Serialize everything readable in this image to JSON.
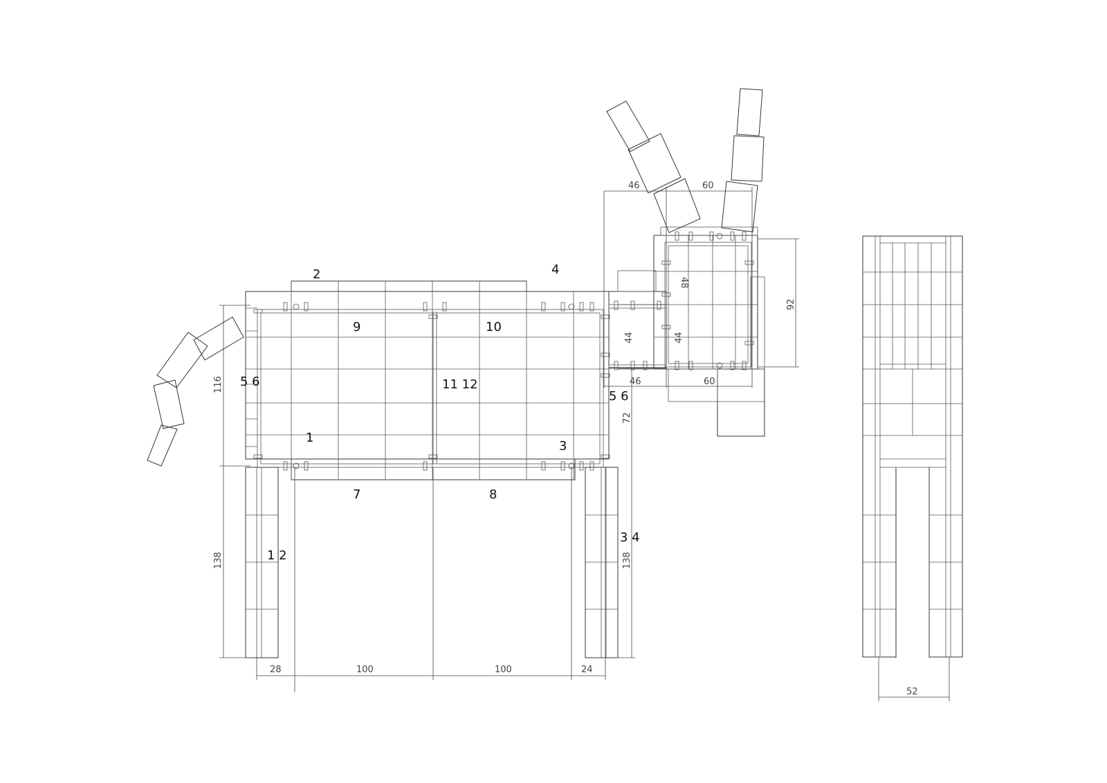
{
  "part_labels": {
    "top_2": "2",
    "top_4": "4",
    "body_9": "9",
    "body_10": "10",
    "body_1": "1",
    "body_3": "3",
    "body_11_12": "11 12",
    "rear_5_6": "5 6",
    "front_5_6": "5 6",
    "under_7": "7",
    "under_8": "8",
    "rear_leg_1_2": "1 2",
    "front_leg_3_4": "3 4"
  },
  "dimensions": {
    "rear_width": "28",
    "gap_left": "100",
    "gap_right": "100",
    "front_width": "24",
    "body_height": "116",
    "leg_height_rear": "138",
    "leg_height_front": "138",
    "neck_height": "72",
    "ear_left_offset": "46",
    "ear_right_offset": "60",
    "neck_lower": "46",
    "head_lower": "60",
    "neck_44": "44",
    "head_44": "44",
    "head_48": "48",
    "head_height": "92",
    "side_width": "52"
  }
}
